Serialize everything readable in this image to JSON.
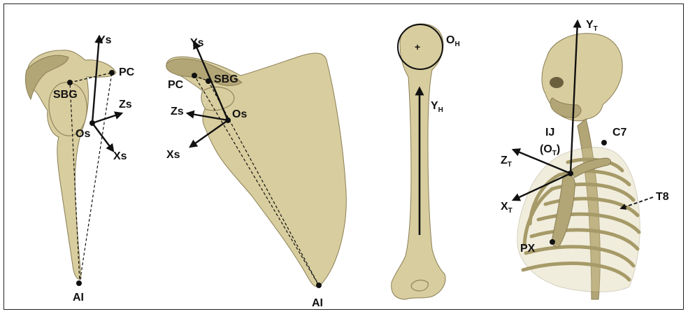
{
  "colors": {
    "bone": "#d8cd9e",
    "bone_shadow": "#b3a676",
    "bone_edge": "#8a7e55",
    "ink": "#111111"
  },
  "panel1": {
    "labels": {
      "ys": "Ys",
      "pc": "PC",
      "sbg": "SBG",
      "zs": "Zs",
      "os": "Os",
      "xs": "Xs",
      "ai": "AI"
    }
  },
  "panel2": {
    "labels": {
      "ys": "Ys",
      "pc": "PC",
      "sbg": "SBG",
      "zs": "Zs",
      "os": "Os",
      "xs": "Xs",
      "ai": "AI"
    }
  },
  "panel3": {
    "labels": {
      "oh": "O",
      "oh_sub": "H",
      "yh": "Y",
      "yh_sub": "H",
      "center": "+"
    }
  },
  "panel4": {
    "labels": {
      "yt": "Y",
      "yt_sub": "T",
      "ij": "IJ",
      "ot_open": "(O",
      "ot_sub": "T",
      "ot_close": ")",
      "zt": "Z",
      "zt_sub": "T",
      "xt": "X",
      "xt_sub": "T",
      "c7": "C7",
      "t8": "T8",
      "px": "PX"
    }
  }
}
